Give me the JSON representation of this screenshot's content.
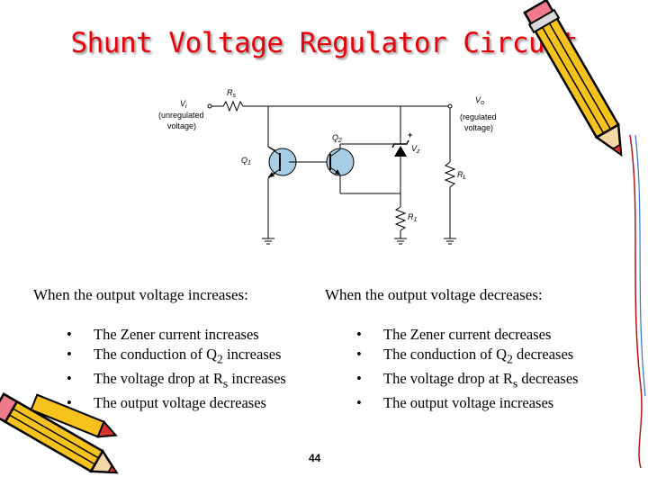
{
  "slide": {
    "title": "Shunt Voltage Regulator Circuit",
    "page_number": "44"
  },
  "circuit": {
    "vi_label": "V",
    "vi_sub": "i",
    "vi_note_1": "(unregulated",
    "vi_note_2": "voltage)",
    "rs_label": "R",
    "rs_sub": "s",
    "vo_label": "V",
    "vo_sub": "o",
    "vo_note_1": "(regulated",
    "vo_note_2": "voltage)",
    "q1_label": "Q",
    "q1_sub": "1",
    "q2_label": "Q",
    "q2_sub": "2",
    "vz_label": "V",
    "vz_sub": "z",
    "plus": "+",
    "rl_label": "R",
    "rl_sub": "L",
    "r1_label": "R",
    "r1_sub": "1"
  },
  "increase": {
    "heading": "When the output voltage increases:",
    "items": [
      {
        "pre": "The Zener current increases",
        "sub": "",
        "post": ""
      },
      {
        "pre": "The conduction of Q",
        "sub": "2",
        "post": " increases"
      },
      {
        "pre": "The voltage drop at R",
        "sub": "s",
        "post": " increases"
      },
      {
        "pre": "The output voltage decreases",
        "sub": "",
        "post": ""
      }
    ]
  },
  "decrease": {
    "heading": "When the output voltage decreases:",
    "items": [
      {
        "pre": "The Zener current decreases",
        "sub": "",
        "post": ""
      },
      {
        "pre": "The conduction of Q",
        "sub": "2",
        "post": " decreases"
      },
      {
        "pre": "The voltage drop at R",
        "sub": "s",
        "post": " decreases"
      },
      {
        "pre": "The output voltage increases",
        "sub": "",
        "post": ""
      }
    ]
  },
  "colors": {
    "title": "#e8000b",
    "transistor_fill": "#a9cde4",
    "pencil_body": "#f6c21b",
    "pencil_tip": "#d9322c",
    "eraser": "#ee7a8a"
  }
}
